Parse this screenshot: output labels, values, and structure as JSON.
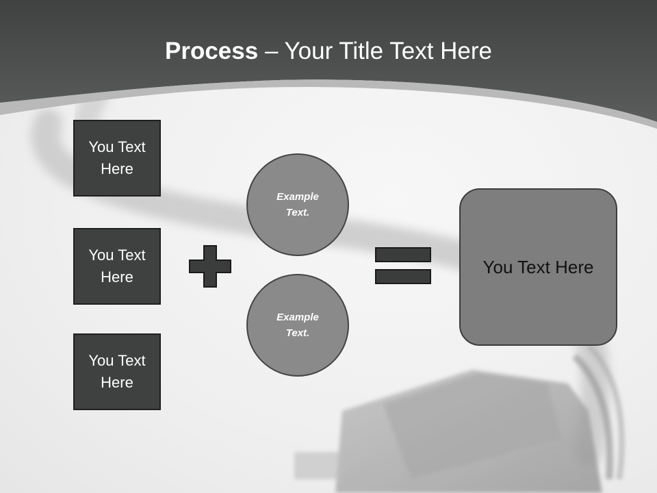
{
  "title": {
    "bold": "Process",
    "rest": " – Your Title Text Here"
  },
  "left_boxes": [
    {
      "label": "You Text Here"
    },
    {
      "label": "You Text Here"
    },
    {
      "label": "You Text Here"
    }
  ],
  "circles": [
    {
      "label": "Example Text."
    },
    {
      "label": "Example Text."
    }
  ],
  "result": {
    "label": "You Text Here"
  },
  "icons": {
    "plus": "plus-sign-icon",
    "equals": "equals-sign-icon"
  },
  "colors": {
    "header": "#4a4d4c",
    "box_fill": "#3e4140",
    "circle_fill": "#8a8a8a",
    "result_fill": "#7e7e7e",
    "operator_fill": "#3b3d3c"
  }
}
